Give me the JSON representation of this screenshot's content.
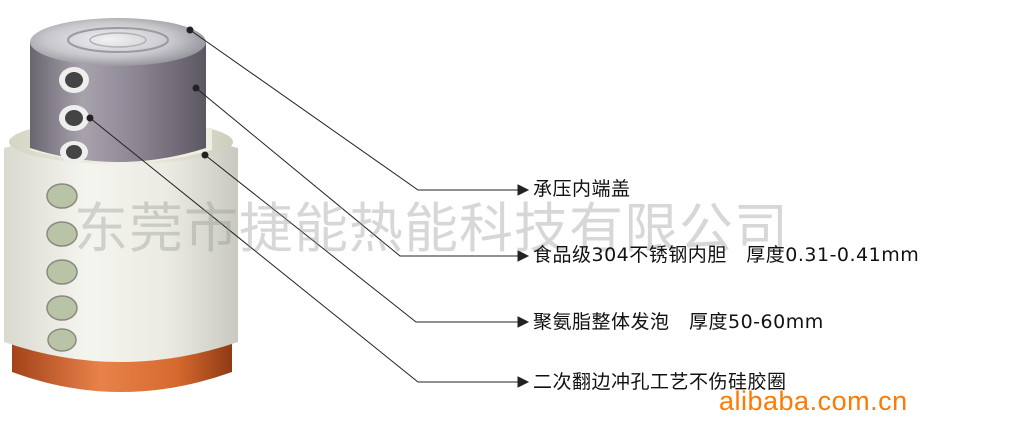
{
  "labels": {
    "end_cap": "承压内端盖",
    "inner_tank": "食品级304不锈钢内胆　厚度0.31-0.41mm",
    "foam": "聚氨脂整体发泡　厚度50-60mm",
    "flange": "二次翻边冲孔工艺不伤硅胶圈"
  },
  "watermark": "东莞市捷能热能科技有限公司",
  "site": "alibaba.com.cn",
  "colors": {
    "site_orange": "#ff7a00",
    "copper": "#d9692a",
    "shell": "#ecece4"
  }
}
